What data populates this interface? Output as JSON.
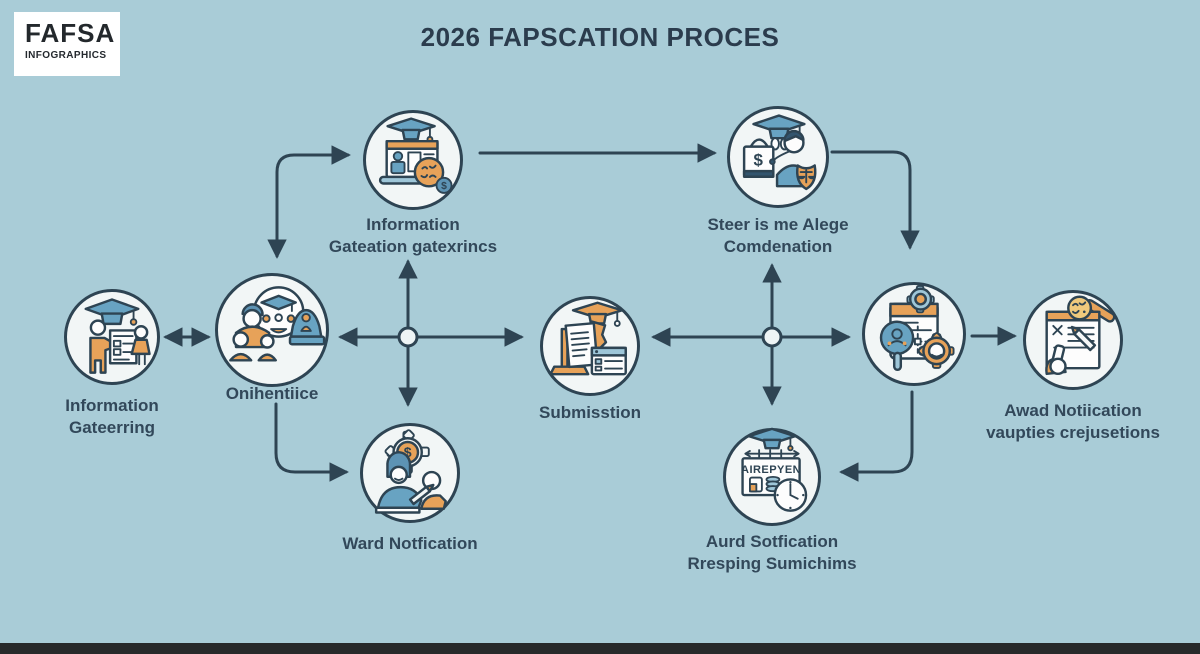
{
  "logo": {
    "name": "FAFSA",
    "tagline": "INFOGRAPHICS"
  },
  "title": "2026 FAPSCATION PROCES",
  "glyphs": {
    "dollar": "$"
  },
  "nodes": [
    {
      "id": "information-gathering",
      "label": "Information\nGateerring"
    },
    {
      "id": "orientation",
      "label": "Onihentiice"
    },
    {
      "id": "information-gateation",
      "label": "Information\nGateation gatexrincs"
    },
    {
      "id": "steer-alege",
      "label": "Steer is me Alege\nComdenation"
    },
    {
      "id": "submission",
      "label": "Submisstion"
    },
    {
      "id": "ward-notification",
      "label": "Ward Notfication"
    },
    {
      "id": "aurd-sotfication",
      "label": "Aurd Sotfication\nRresping Sumichims",
      "icon_text": "AIREPYEN"
    },
    {
      "id": "processing",
      "label": ""
    },
    {
      "id": "award-notification",
      "label": "Awad Notiication\nvaupties crejusetions"
    }
  ],
  "colors": {
    "background": "#a9ccd7",
    "outline": "#2e4453",
    "orange": "#e7a259",
    "blue": "#68a3c2",
    "steel": "#5d93b4",
    "light_blue": "#9ec6d8",
    "node_fill": "#f2f6f6",
    "title_text": "#2b3c4d",
    "footer_bar": "#27292a",
    "badge_yellow": "#efc97c"
  }
}
